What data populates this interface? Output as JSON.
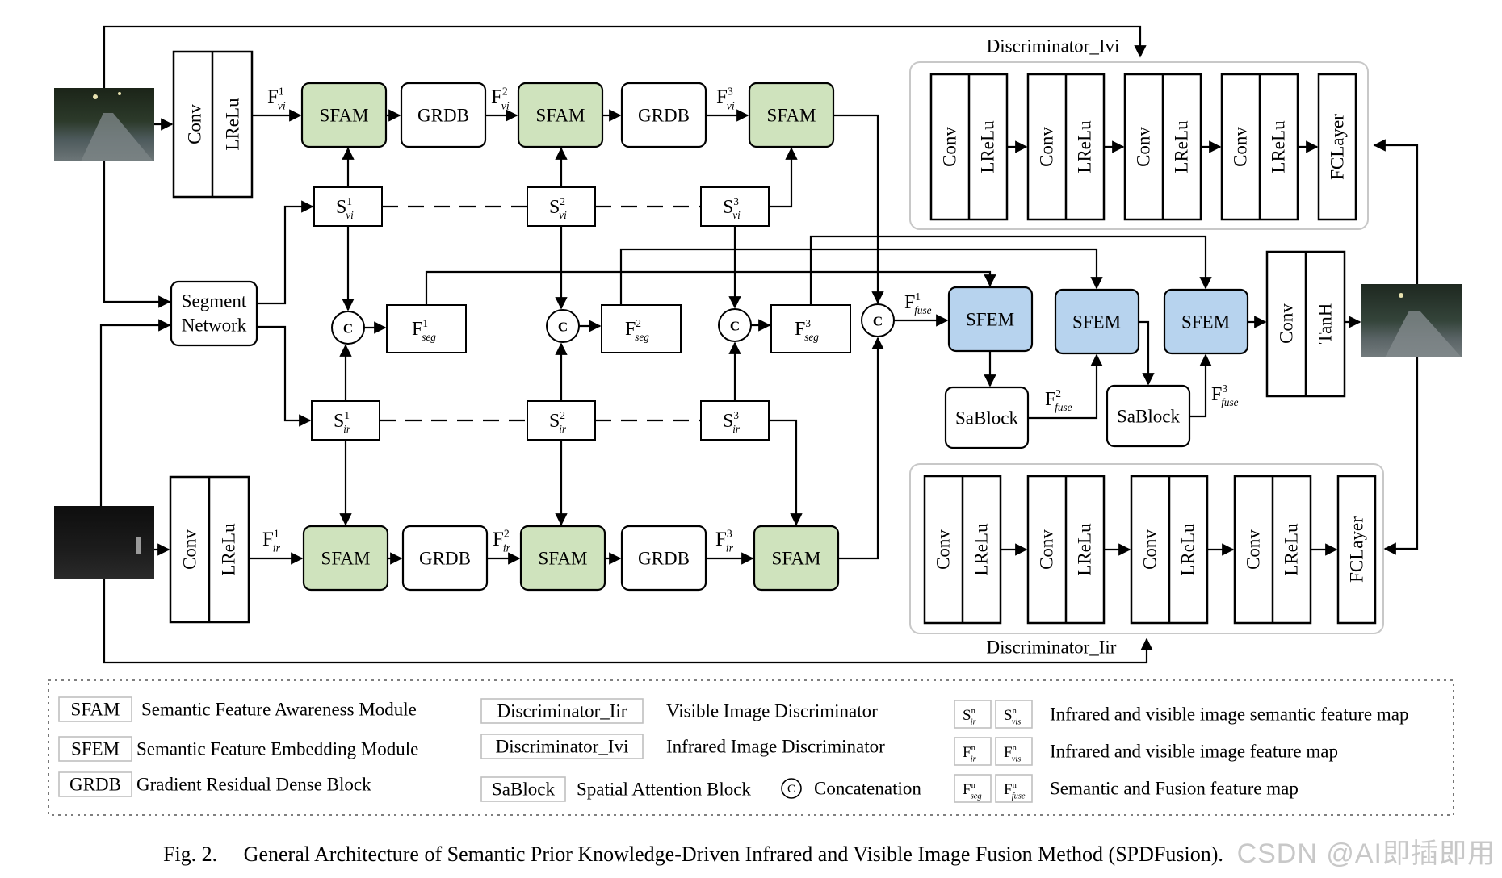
{
  "colors": {
    "sfam": "#cfe3bd",
    "sfem": "#b7d3ee",
    "stroke": "#000000",
    "panel_border": "#c8c8c8"
  },
  "modules": {
    "sfam": "SFAM",
    "grdb": "GRDB",
    "sfem": "SFEM",
    "sablock": "SaBlock",
    "conv": "Conv",
    "lrelu": "LReLu",
    "lrelu_disc": "LReLu",
    "tanh": "TanH",
    "fclayer": "FCLayer",
    "segment_network_line1": "Segment",
    "segment_network_line2": "Network",
    "concat": "C"
  },
  "labels": {
    "f_vi_1": [
      "F",
      "1",
      "vi"
    ],
    "f_vi_2": [
      "F",
      "2",
      "vi"
    ],
    "f_vi_3": [
      "F",
      "3",
      "vi"
    ],
    "f_ir_1": [
      "F",
      "1",
      "ir"
    ],
    "f_ir_2": [
      "F",
      "2",
      "ir"
    ],
    "f_ir_3": [
      "F",
      "3",
      "ir"
    ],
    "s_vi_1": [
      "S",
      "1",
      "vi"
    ],
    "s_vi_2": [
      "S",
      "2",
      "vi"
    ],
    "s_vi_3": [
      "S",
      "3",
      "vi"
    ],
    "s_ir_1": [
      "S",
      "1",
      "ir"
    ],
    "s_ir_2": [
      "S",
      "2",
      "ir"
    ],
    "s_ir_3": [
      "S",
      "3",
      "ir"
    ],
    "f_seg_1": [
      "F",
      "1",
      "seg"
    ],
    "f_seg_2": [
      "F",
      "2",
      "seg"
    ],
    "f_seg_3": [
      "F",
      "3",
      "seg"
    ],
    "f_fuse_1": [
      "F",
      "1",
      "fuse"
    ],
    "f_fuse_2": [
      "F",
      "2",
      "fuse"
    ],
    "f_fuse_3": [
      "F",
      "3",
      "fuse"
    ],
    "discriminator_ivi": "Discriminator_Ivi",
    "discriminator_iir": "Discriminator_Iir"
  },
  "legend": [
    {
      "key": "SFAM",
      "desc": "Semantic Feature Awareness Module"
    },
    {
      "key": "SFEM",
      "desc": "Semantic Feature Embedding Module"
    },
    {
      "key": "GRDB",
      "desc": "Gradient Residual Dense Block"
    },
    {
      "key": "Discriminator_Iir",
      "desc": "Visible Image Discriminator"
    },
    {
      "key": "Discriminator_Ivi",
      "desc": "Infrared Image Discriminator"
    },
    {
      "key": "SaBlock",
      "desc": "Spatial Attention Block"
    },
    {
      "key": "C",
      "desc": "Concatenation"
    }
  ],
  "legend_maps": [
    {
      "a": [
        "S",
        "n",
        "ir"
      ],
      "b": [
        "S",
        "n",
        "vis"
      ],
      "desc": "Infrared  and  visible image semantic feature map"
    },
    {
      "a": [
        "F",
        "n",
        "ir"
      ],
      "b": [
        "F",
        "n",
        "vis"
      ],
      "desc": "Infrared and visible image feature map"
    },
    {
      "a": [
        "F",
        "n",
        "seg"
      ],
      "b": [
        "F",
        "n",
        "fuse"
      ],
      "desc": "Semantic and Fusion feature map"
    }
  ],
  "caption": "Fig. 2.     General Architecture of Semantic Prior Knowledge-Driven Infrared and Visible Image Fusion Method (SPDFusion).",
  "watermark": "CSDN @AI即插即用"
}
